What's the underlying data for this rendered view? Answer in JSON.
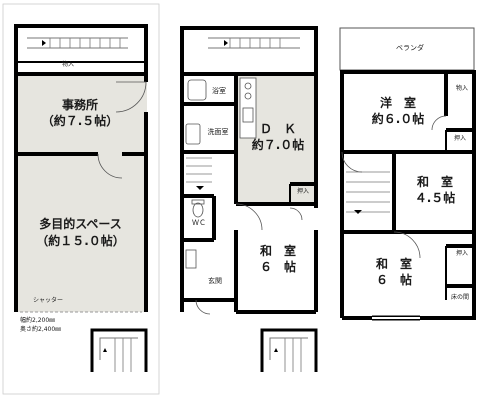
{
  "colors": {
    "wall": "#000000",
    "floor_shaded": "#e6e5df",
    "stairs": "#777777",
    "background": "#ffffff"
  },
  "floor1": {
    "storage": "物入",
    "office_line1": "事務所",
    "office_line2": "（約７.５帖）",
    "multi_line1": "多目的スペース",
    "multi_line2": "（約１５.０帖）",
    "shutter": "シャッター",
    "frontage": "幅約2,200㎜",
    "depth": "奥さ約2,400㎜"
  },
  "floor2": {
    "bath": "浴室",
    "washroom": "洗面室",
    "dk_line1": "Ｄ　Ｋ",
    "dk_line2": "約７.０帖",
    "closet": "押入",
    "wc": "ＷＣ",
    "washitsu_line1": "和　室",
    "washitsu_line2": "６　帖",
    "entrance": "玄関"
  },
  "floor3": {
    "veranda": "ベランダ",
    "youshitsu_line1": "洋　室",
    "youshitsu_line2": "約６.０帖",
    "storage": "物入",
    "closet_a": "押入",
    "washitsu_a_line1": "和　室",
    "washitsu_a_line2": "４.５帖",
    "washitsu_b_line1": "和　室",
    "washitsu_b_line2": "６　帖",
    "closet_b": "押入",
    "tokonoma": "床の間"
  }
}
